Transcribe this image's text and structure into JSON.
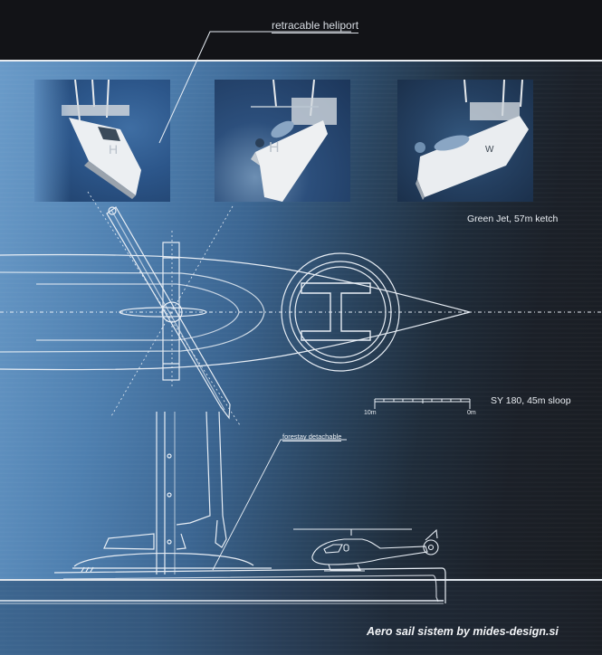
{
  "annotations": {
    "heliport": "retracable heliport",
    "forestay": "forestay detachable"
  },
  "photos": [
    {
      "caption_id": "photo-heliport-empty",
      "description": "yacht bow with heliport H marking"
    },
    {
      "caption_id": "photo-helicopter-landing",
      "description": "yacht bow with helicopter on heliport"
    },
    {
      "caption_id": "photo-helicopter-parked",
      "description": "yacht with helicopter parked on deck"
    }
  ],
  "captions": {
    "green_jet": "Green Jet, 57m ketch",
    "sy180": "SY 180, 45m sloop"
  },
  "scale_bar": {
    "left_label": "10m",
    "right_label": "0m"
  },
  "footer": {
    "credit": "Aero sail sistem by mides-design.si"
  },
  "colors": {
    "line": "#e8eef5",
    "background_dark": "#121317",
    "blueprint_blue": "#4f80b0"
  }
}
